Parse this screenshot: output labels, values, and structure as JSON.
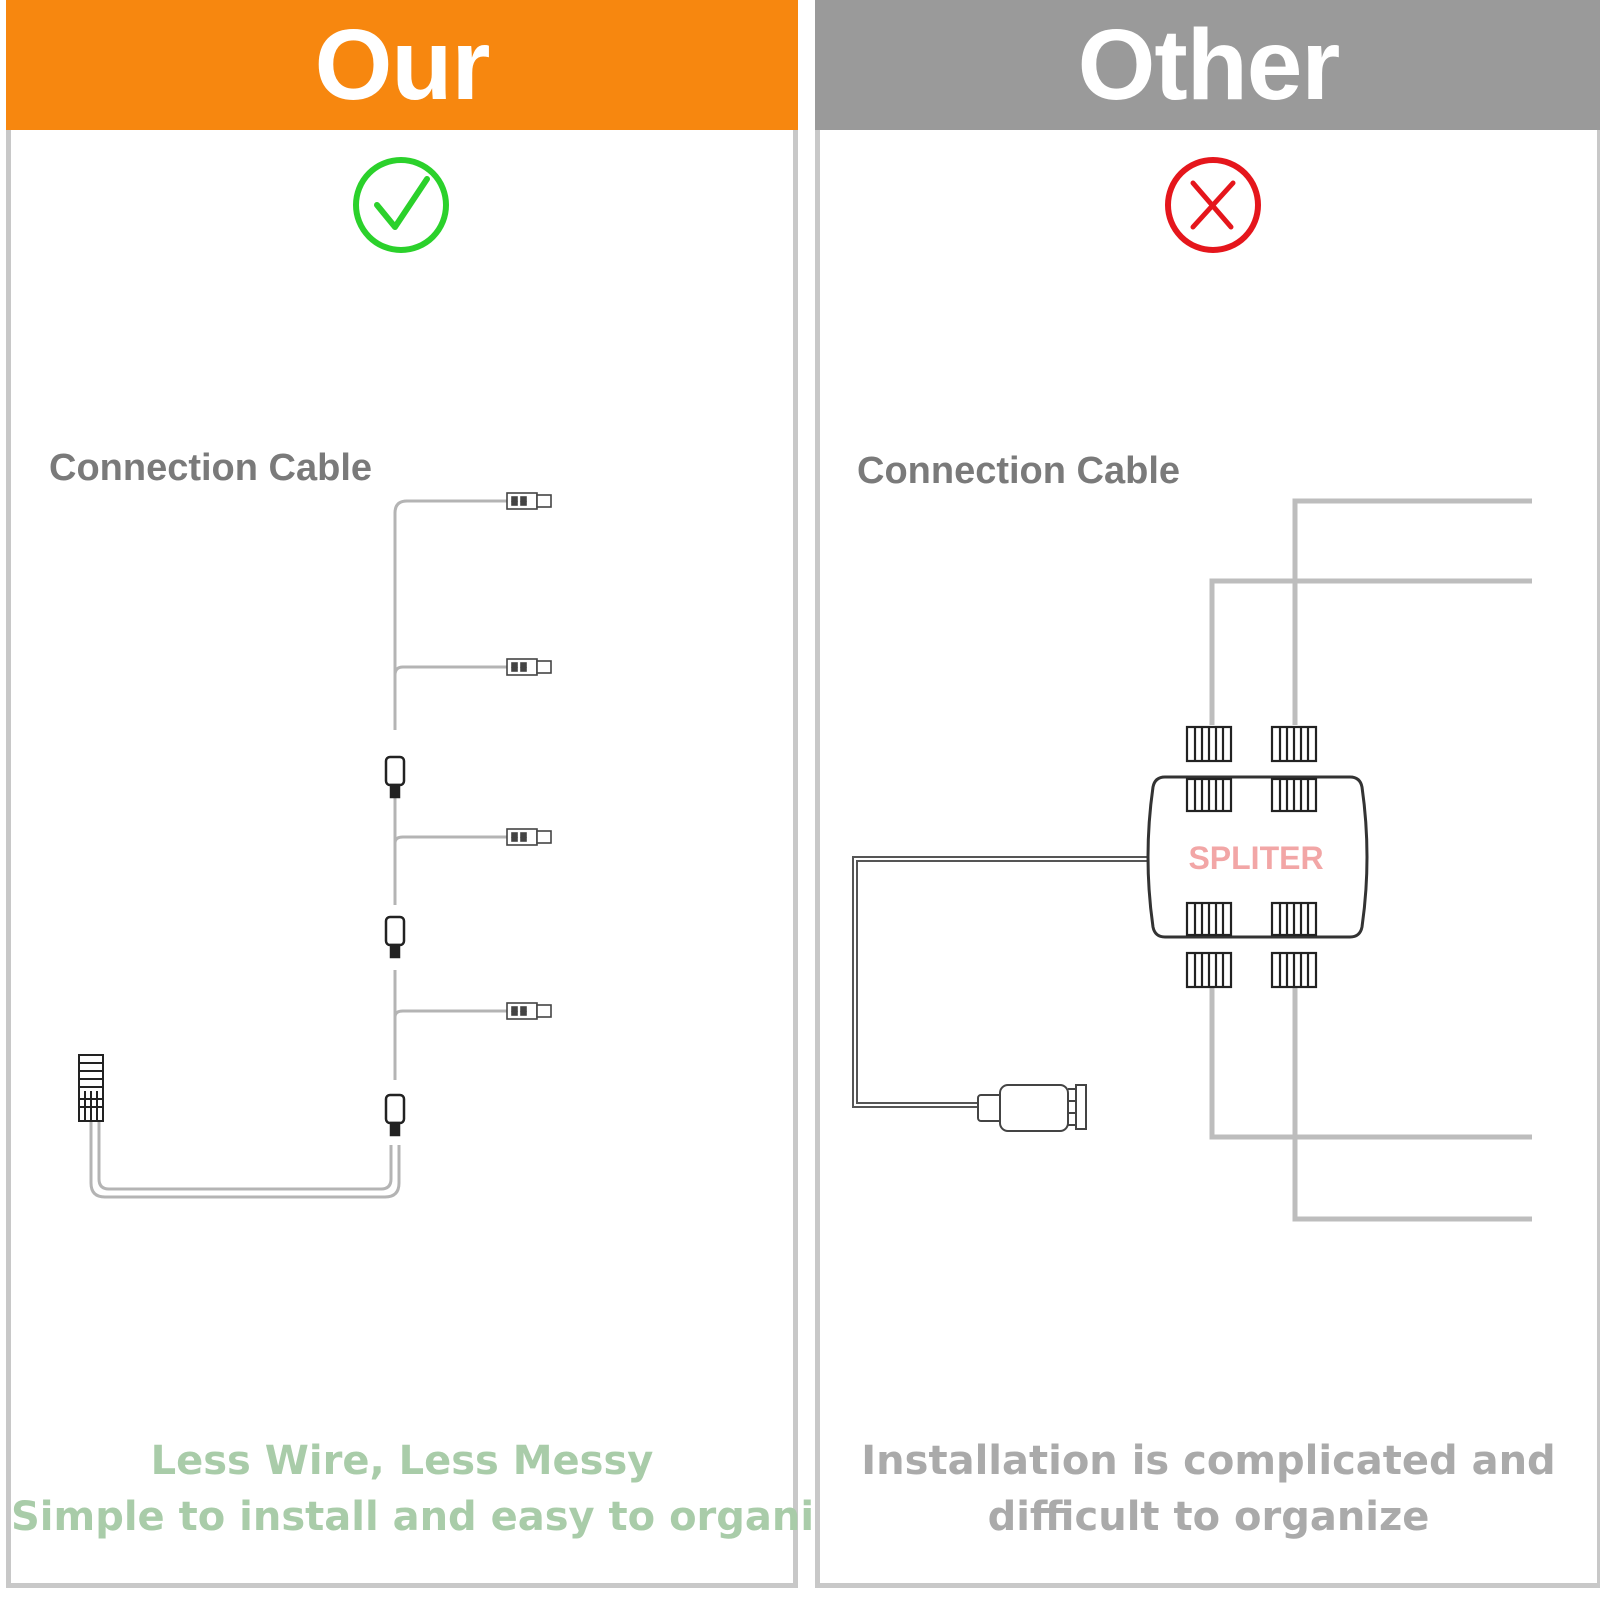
{
  "left": {
    "header": "Our",
    "badge": "check-icon",
    "label": "Connection Cable",
    "caption_line1": "Less Wire, Less Messy",
    "caption_line2": "Simple to install and easy to organize."
  },
  "right": {
    "header": "Other",
    "badge": "cross-icon",
    "label": "Connection Cable",
    "splitter_text": "SPLITER",
    "caption_line1": "Installation is complicated and",
    "caption_line2": "difficult to organize"
  },
  "colors": {
    "our_header": "#f7870f",
    "other_header": "#9a9a9a",
    "check": "#2bd12b",
    "cross": "#e5161c",
    "our_caption": "#a9cca9",
    "other_caption": "#aaaaaa"
  }
}
